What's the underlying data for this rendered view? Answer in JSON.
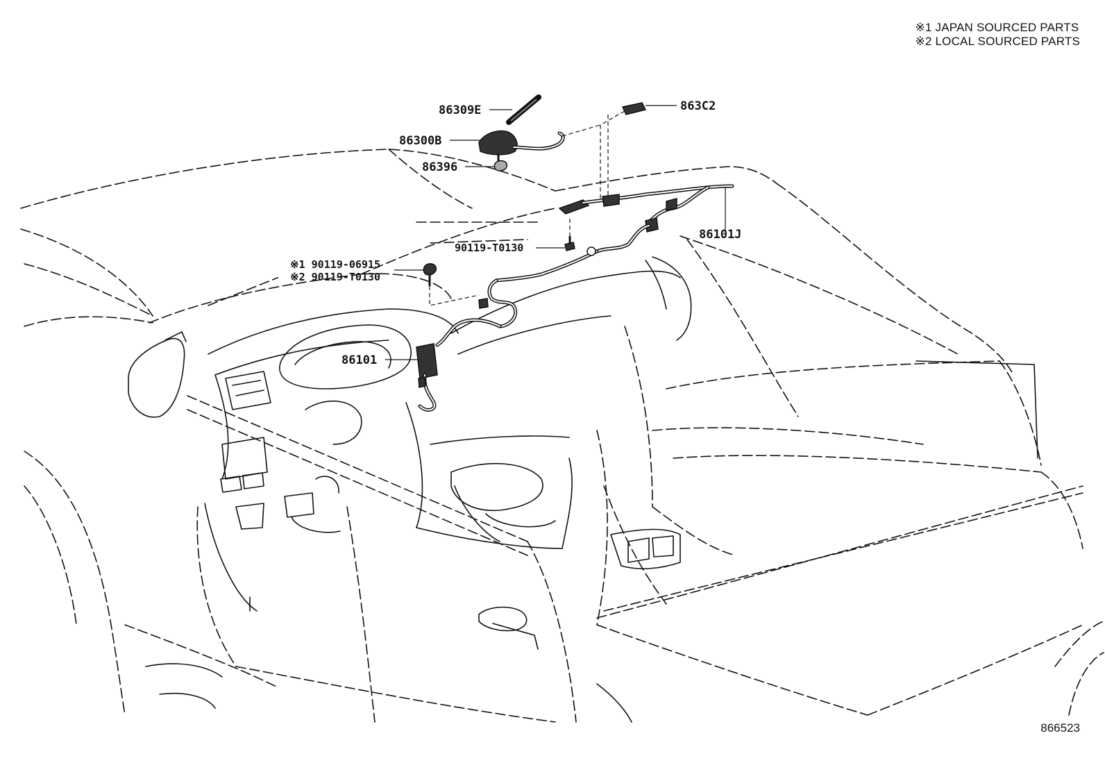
{
  "legend": {
    "line1": "※1 JAPAN SOURCED PARTS",
    "line2": "※2 LOCAL SOURCED PARTS"
  },
  "parts": {
    "antenna_rod": "86309E",
    "antenna_base": "86300B",
    "pad": "86396",
    "connector": "863C2",
    "cord_sub": "86101J",
    "screw": "90119-T0130",
    "screw_jp": "※1 90119-06915",
    "screw_local": "※2 90119-T0130",
    "cord_main": "86101"
  },
  "figure_id": "866523"
}
